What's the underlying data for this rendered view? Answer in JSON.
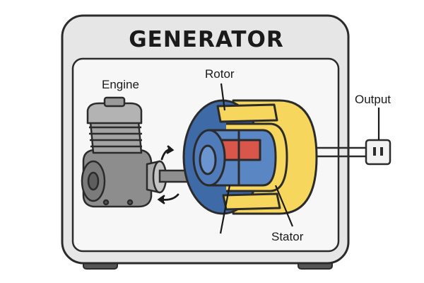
{
  "diagram": {
    "title": "GENERATOR",
    "labels": {
      "engine": "Engine",
      "rotor": "Rotor",
      "stator": "Stator",
      "output": "Output"
    },
    "colors": {
      "housing": "#e6e6e6",
      "panel": "#f7f7f7",
      "outline": "#2b2b2b",
      "engine_gray": "#9a9a9a",
      "stator_yellow": "#f6d65c",
      "rotor_blue": "#5b86c4",
      "stator_back_blue": "#3f6aa8",
      "rotor_red": "#d9574a",
      "shaft_gray": "#8f8f8f"
    },
    "icons": [
      "rotation-arrow-icon",
      "output-socket-icon"
    ]
  }
}
